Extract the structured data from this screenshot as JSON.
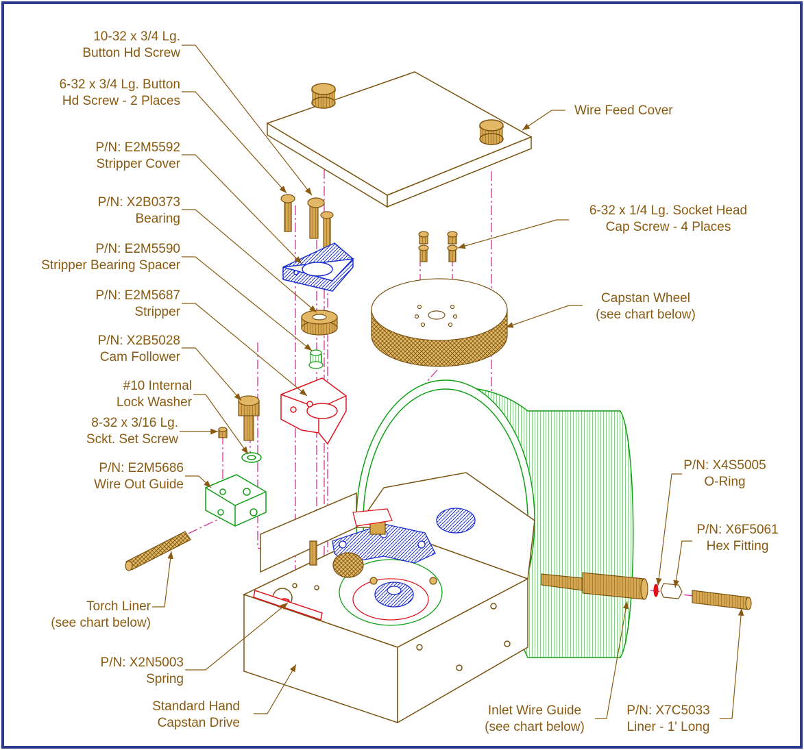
{
  "colors": {
    "border": "#2d3a8c",
    "label_text": "#8a5a10",
    "leader": "#8a5a10",
    "part_outline": "#7a5210",
    "part_fill": "#d8a84e",
    "centerline": "#d0208c",
    "blue_part": "#1a2fd0",
    "red_part": "#e0141e",
    "green_part": "#11a014"
  },
  "labels": {
    "screw_10_32": {
      "line1": "10-32 x 3/4 Lg.",
      "line2": "Button Hd Screw"
    },
    "screw_6_32_button": {
      "line1": "6-32 x 3/4 Lg. Button",
      "line2": "Hd Screw - 2 Places"
    },
    "stripper_cover": {
      "line1": "P/N: E2M5592",
      "line2": "Stripper Cover"
    },
    "bearing": {
      "line1": "P/N: X2B0373",
      "line2": "Bearing"
    },
    "stripper_bearing_spacer": {
      "line1": "P/N: E2M5590",
      "line2": "Stripper Bearing Spacer"
    },
    "stripper": {
      "line1": "P/N: E2M5687",
      "line2": "Stripper"
    },
    "cam_follower": {
      "line1": "P/N: X2B5028",
      "line2": "Cam Follower"
    },
    "lock_washer": {
      "line1": "#10 Internal",
      "line2": "Lock Washer"
    },
    "set_screw": {
      "line1": "8-32 x 3/16 Lg.",
      "line2": "Sckt. Set Screw"
    },
    "wire_out_guide": {
      "line1": "P/N: E2M5686",
      "line2": "Wire Out Guide"
    },
    "torch_liner": {
      "line1": "Torch Liner",
      "line2": "(see chart below)"
    },
    "spring": {
      "line1": "P/N: X2N5003",
      "line2": "Spring"
    },
    "capstan_drive": {
      "line1": "Standard Hand",
      "line2": "Capstan Drive"
    },
    "wire_feed_cover": {
      "line1": "Wire Feed Cover"
    },
    "socket_head_screw": {
      "line1": "6-32 x 1/4 Lg. Socket Head",
      "line2": "Cap Screw - 4 Places"
    },
    "capstan_wheel": {
      "line1": "Capstan Wheel",
      "line2": "(see chart below)"
    },
    "o_ring": {
      "line1": "P/N: X4S5005",
      "line2": "O-Ring"
    },
    "hex_fitting": {
      "line1": "P/N: X6F5061",
      "line2": "Hex Fitting"
    },
    "inlet_wire_guide": {
      "line1": "Inlet Wire Guide",
      "line2": "(see chart below)"
    },
    "liner": {
      "line1": "P/N: X7C5033",
      "line2": "Liner - 1' Long"
    }
  }
}
